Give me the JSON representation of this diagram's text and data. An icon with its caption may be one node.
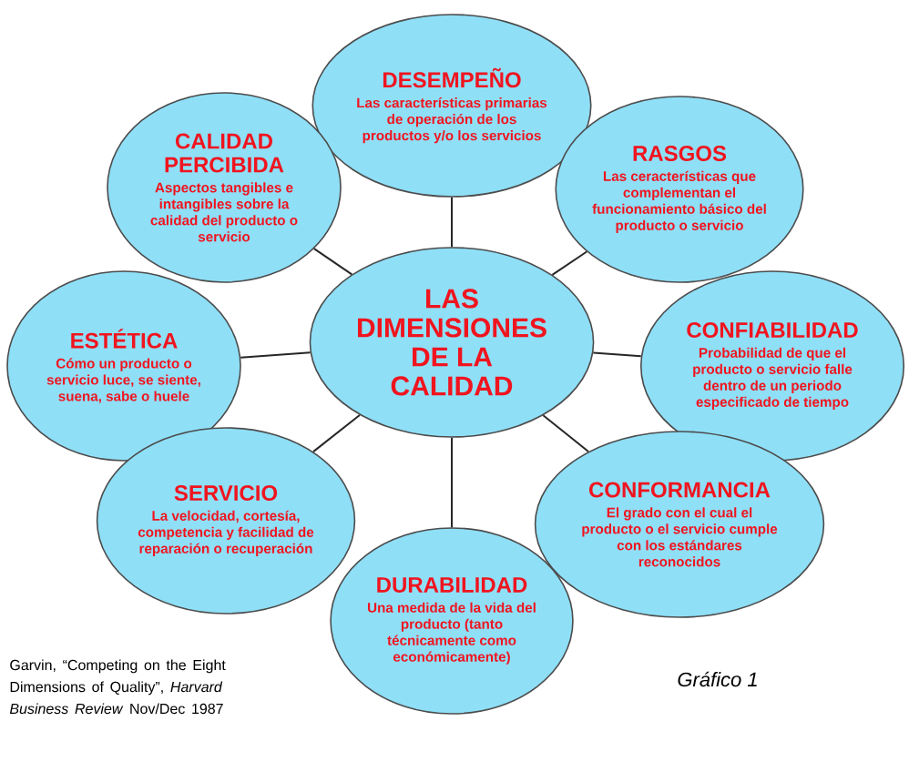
{
  "diagram": {
    "nodes": [
      {
        "text": [
          "LAS DIMENSIONES DE LA CALIDAD"
        ]
      },
      {
        "text": [
          "DESEMPEÑO",
          "Las características primarias de operación de los productos y/o los servicios"
        ]
      },
      {
        "text": [
          "CALIDAD PERCIBIDA",
          "Aspectos tangibles e intangibles sobre la calidad del producto o servicio"
        ]
      },
      {
        "text": [
          "RASGOS",
          "Las ceracterísticas que complementan el funcionamiento básico del producto o servicio"
        ]
      },
      {
        "text": [
          "ESTÉTICA",
          "Cómo un producto o servicio luce, se siente, suena, sabe o huele"
        ]
      },
      {
        "text": [
          "CONFIABILIDAD",
          "Probabilidad de que el producto o servicio falle dentro de un periodo especificado de tiempo"
        ]
      },
      {
        "text": [
          "SERVICIO",
          "La velocidad, cortesía, competencia y facilidad de reparación o recuperación"
        ]
      },
      {
        "text": [
          "CONFORMANCIA",
          "El grado con el cual el producto o el servicio cumple con los estándares reconocidos"
        ]
      },
      {
        "text": [
          "DURABILIDAD",
          "Una medida de la vida del producto (tanto técnicamente como económicamente)"
        ]
      }
    ],
    "edges": [
      {
        "from": 0,
        "to": 1,
        "arrow": "none"
      },
      {
        "from": 0,
        "to": 2,
        "arrow": "none"
      },
      {
        "from": 0,
        "to": 3,
        "arrow": "none"
      },
      {
        "from": 0,
        "to": 4,
        "arrow": "none"
      },
      {
        "from": 0,
        "to": 5,
        "arrow": "none"
      },
      {
        "from": 0,
        "to": 6,
        "arrow": "none"
      },
      {
        "from": 0,
        "to": 7,
        "arrow": "none"
      },
      {
        "from": 0,
        "to": 8,
        "arrow": "none"
      }
    ],
    "labels": [
      "Garvin, “Competing on the Eight Dimensions of Quality”, *Harvard Business Review* Nov/Dec 1987",
      "Gráfico 1"
    ]
  }
}
